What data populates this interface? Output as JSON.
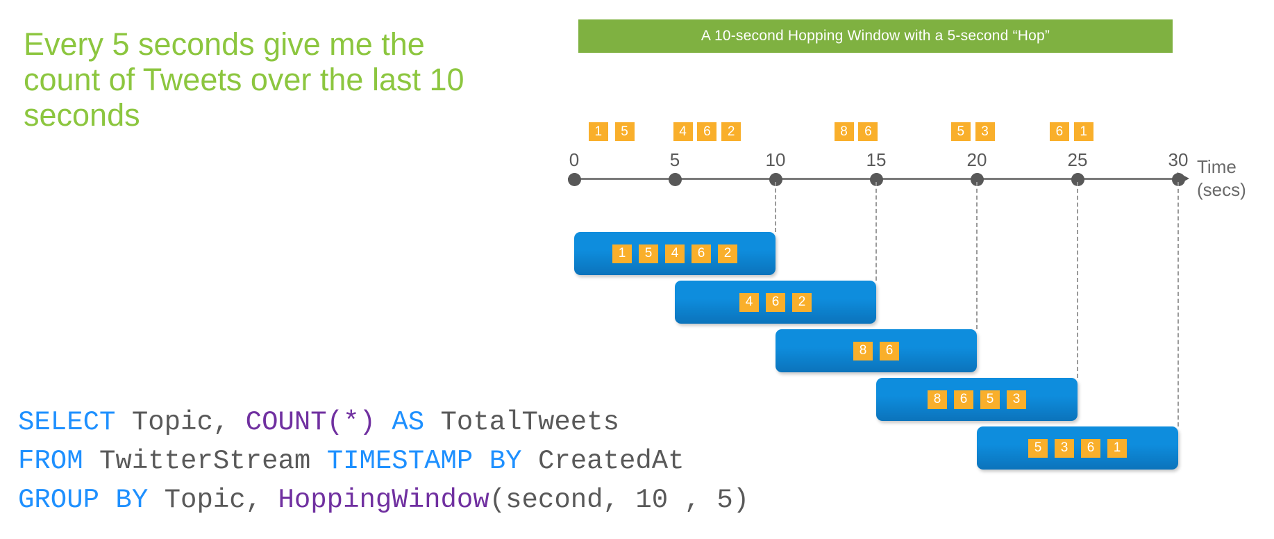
{
  "headline": "Every 5 seconds give me the count of Tweets over the last 10 seconds",
  "banner": {
    "text": "A 10-second Hopping Window with a 5-second “Hop”",
    "bg_color": "#7FB141",
    "text_color": "#FFFFFF"
  },
  "colors": {
    "headline_green": "#8CC63F",
    "banner_green": "#7FB141",
    "window_blue": "#0E8DDD",
    "window_blue_dark": "#0B73BB",
    "token_orange": "#F9AF2B",
    "axis_gray": "#585858",
    "sql_keyword_blue": "#1E90FF",
    "sql_function_purple": "#7030A0",
    "sql_identifier_gray": "#595959"
  },
  "timeline": {
    "axis_label_line1": "Time",
    "axis_label_line2": "(secs)",
    "ticks": [
      {
        "label": "0",
        "value": 0
      },
      {
        "label": "5",
        "value": 5
      },
      {
        "label": "10",
        "value": 10
      },
      {
        "label": "15",
        "value": 15
      },
      {
        "label": "20",
        "value": 20
      },
      {
        "label": "25",
        "value": 25
      },
      {
        "label": "30",
        "value": 30
      }
    ],
    "event_tokens": [
      {
        "value": "1",
        "time": 1.2
      },
      {
        "value": "5",
        "time": 2.5
      },
      {
        "value": "4",
        "time": 5.4
      },
      {
        "value": "6",
        "time": 6.6
      },
      {
        "value": "2",
        "time": 7.8
      },
      {
        "value": "8",
        "time": 13.4
      },
      {
        "value": "6",
        "time": 14.6
      },
      {
        "value": "5",
        "time": 19.2
      },
      {
        "value": "3",
        "time": 20.4
      },
      {
        "value": "6",
        "time": 24.1
      },
      {
        "value": "1",
        "time": 25.3
      }
    ]
  },
  "windows": [
    {
      "name": "window-0-10",
      "start": 0,
      "end": 10,
      "tokens": [
        "1",
        "5",
        "4",
        "6",
        "2"
      ]
    },
    {
      "name": "window-5-15",
      "start": 5,
      "end": 15,
      "tokens": [
        "4",
        "6",
        "2"
      ]
    },
    {
      "name": "window-10-20",
      "start": 10,
      "end": 20,
      "tokens": [
        "8",
        "6"
      ]
    },
    {
      "name": "window-15-25",
      "start": 15,
      "end": 25,
      "tokens": [
        "8",
        "6",
        "5",
        "3"
      ]
    },
    {
      "name": "window-20-30",
      "start": 20,
      "end": 30,
      "tokens": [
        "5",
        "3",
        "6",
        "1"
      ]
    }
  ],
  "sql": {
    "lines": [
      [
        {
          "t": "SELECT",
          "c": "kw"
        },
        {
          "t": " Topic, ",
          "c": "id"
        },
        {
          "t": "COUNT(*)",
          "c": "fn"
        },
        {
          "t": " ",
          "c": "id"
        },
        {
          "t": "AS",
          "c": "kw"
        },
        {
          "t": " TotalTweets",
          "c": "id"
        }
      ],
      [
        {
          "t": "FROM",
          "c": "kw"
        },
        {
          "t": " TwitterStream ",
          "c": "id"
        },
        {
          "t": "TIMESTAMP BY",
          "c": "kw"
        },
        {
          "t": " CreatedAt",
          "c": "id"
        }
      ],
      [
        {
          "t": "GROUP BY",
          "c": "kw"
        },
        {
          "t": " Topic, ",
          "c": "id"
        },
        {
          "t": "HoppingWindow",
          "c": "fn"
        },
        {
          "t": "(second, 10 , 5)",
          "c": "id"
        }
      ]
    ]
  }
}
